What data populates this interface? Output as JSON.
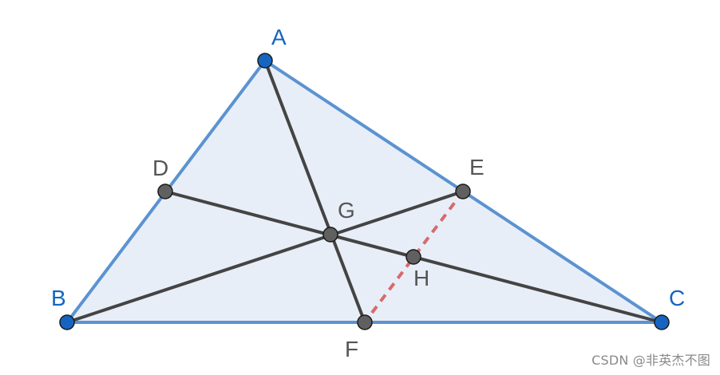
{
  "diagram": {
    "colors": {
      "triangle_fill": "#e8eef8",
      "triangle_stroke": "#5b93d1",
      "segment_stroke": "#444444",
      "dashed_stroke": "#d86a6a",
      "vertex_point": "#1565c0",
      "inner_point": "#606060",
      "vertex_label": "#1565c0",
      "inner_label": "#555555"
    },
    "points": {
      "A": {
        "label": "A"
      },
      "B": {
        "label": "B"
      },
      "C": {
        "label": "C"
      },
      "D": {
        "label": "D"
      },
      "E": {
        "label": "E"
      },
      "F": {
        "label": "F"
      },
      "G": {
        "label": "G"
      },
      "H": {
        "label": "H"
      }
    }
  },
  "watermark": "CSDN @非英杰不图"
}
